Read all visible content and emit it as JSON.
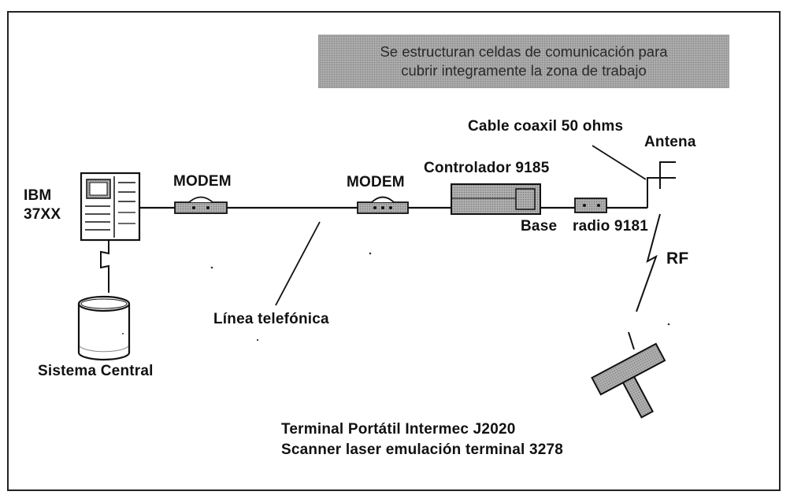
{
  "banner": {
    "line1": "Se estructuran celdas de comunicación para",
    "line2": "cubrir integramente la zona de trabajo"
  },
  "labels": {
    "cable": "Cable coaxil 50 ohms",
    "antena": "Antena",
    "controlador": "Controlador 9185",
    "modem1": "MODEM",
    "modem2": "MODEM",
    "ibm_line1": "IBM",
    "ibm_line2": "37XX",
    "base": "Base",
    "radio": "radio 9181",
    "rf": "RF",
    "linea": "Línea telefónica",
    "sistema": "Sistema Central",
    "terminal_line1": "Terminal Portátil Intermec  J2020",
    "terminal_line2": "Scanner laser emulación terminal 3278"
  },
  "colors": {
    "ink": "#111111",
    "banner_fill": "#b4b4b4",
    "device_fill": "#9a9a9a"
  }
}
